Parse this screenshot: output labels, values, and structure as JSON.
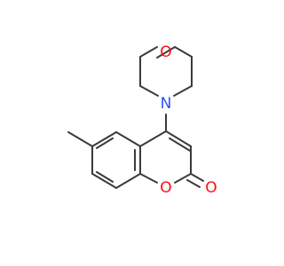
{
  "molecule": {
    "colors": {
      "bond": "#3a3a3a",
      "oxygen": "#ff0d0d",
      "nitrogen": "#3050f8"
    },
    "atoms": {
      "morpholine_oxygen": "O",
      "morpholine_nitrogen": "N",
      "ring_oxygen": "O",
      "carbonyl_oxygen": "O"
    }
  }
}
